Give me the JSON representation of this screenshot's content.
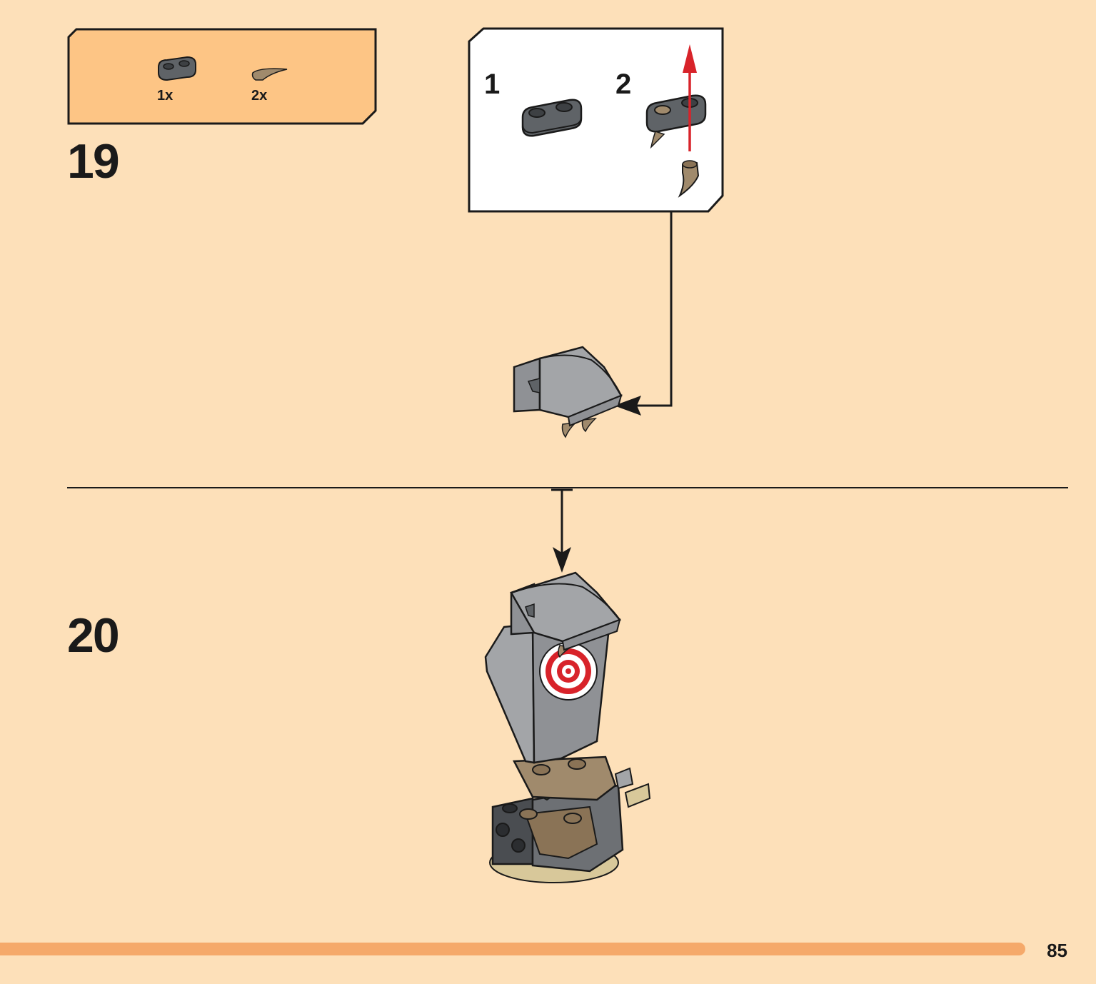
{
  "page": {
    "number": "85",
    "background_color": "#fde0b9",
    "progress_bar_color": "#f5a96a"
  },
  "step19": {
    "number": "19",
    "parts_list": {
      "background_color": "#fdc585",
      "items": [
        {
          "part": "dark-gray-plate-1x2-rounded",
          "quantity": "1x"
        },
        {
          "part": "tan-horn-claw",
          "quantity": "2x"
        }
      ]
    },
    "callout": {
      "substeps": [
        {
          "label": "1"
        },
        {
          "label": "2"
        }
      ],
      "arrow_color": "#d8232a"
    }
  },
  "step20": {
    "number": "20"
  },
  "colors": {
    "light_gray": "#a3a5a8",
    "dark_gray": "#5f6367",
    "tan": "#a08a6c",
    "dark_green": "#2f5a36",
    "target_red": "#d8232a"
  }
}
